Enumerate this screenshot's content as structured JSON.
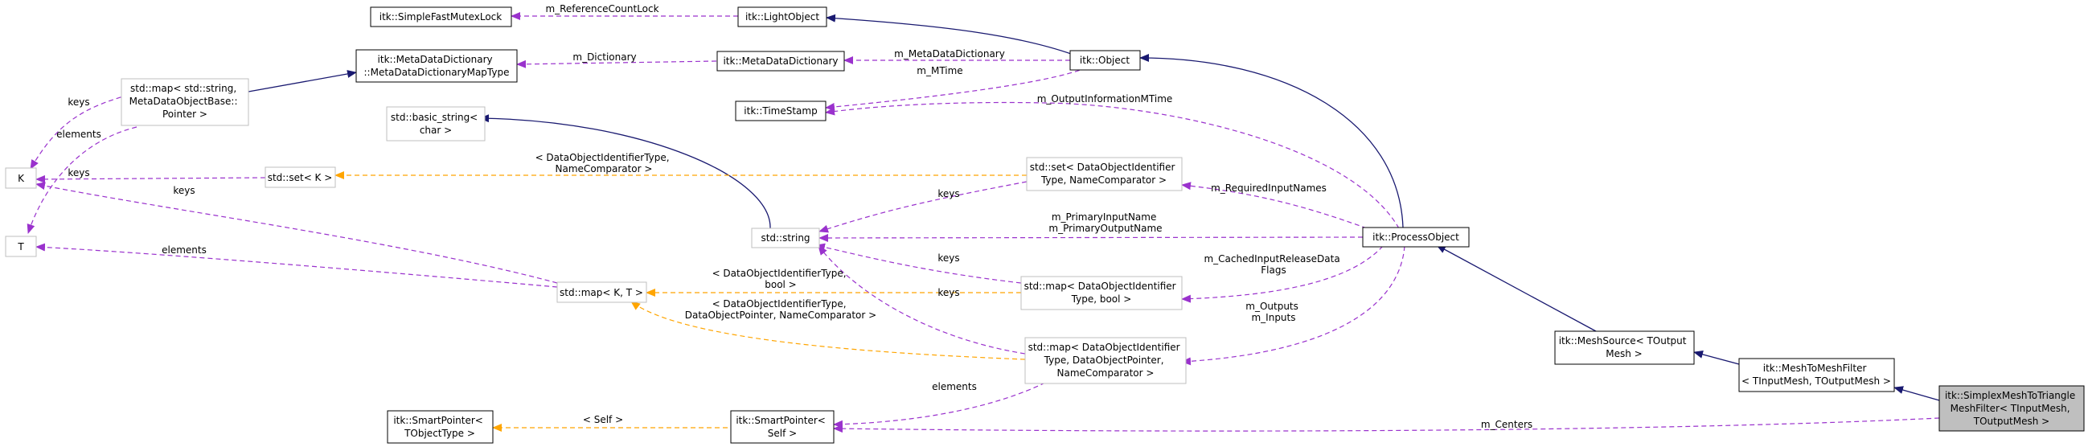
{
  "colors": {
    "inheritance": "#191970",
    "usage": "#9a32cd",
    "template": "#ffa500",
    "focus_fill": "#bfbfbf",
    "documented_border": "#000000",
    "undocumented_border": "#bfbfbf"
  },
  "nodes": {
    "simple_fast_mutex_lock": [
      "itk::SimpleFastMutexLock"
    ],
    "light_object": [
      "itk::LightObject"
    ],
    "meta_data_dictionary_map_type": [
      "itk::MetaDataDictionary",
      "::MetaDataDictionaryMapType"
    ],
    "meta_data_dictionary": [
      "itk::MetaDataDictionary"
    ],
    "object": [
      "itk::Object"
    ],
    "std_map_string": [
      "std::map< std::string,",
      "MetaDataObjectBase::",
      "Pointer >"
    ],
    "time_stamp": [
      "itk::TimeStamp"
    ],
    "k": [
      "K"
    ],
    "t": [
      "T"
    ],
    "basic_string": [
      "std::basic_string<",
      "char >"
    ],
    "std_set_k": [
      "std::set< K >"
    ],
    "std_set_doi": [
      "std::set< DataObjectIdentifier",
      "Type, NameComparator >"
    ],
    "std_string": [
      "std::string"
    ],
    "process_object": [
      "itk::ProcessObject"
    ],
    "std_map_kt": [
      "std::map< K, T >"
    ],
    "std_map_doi_bool": [
      "std::map< DataObjectIdentifier",
      "Type, bool >"
    ],
    "mesh_source": [
      "itk::MeshSource< TOutput",
      "Mesh >"
    ],
    "std_map_doi_ptr": [
      "std::map< DataObjectIdentifier",
      "Type, DataObjectPointer,",
      "NameComparator >"
    ],
    "mesh_to_mesh_filter": [
      "itk::MeshToMeshFilter",
      "< TInputMesh, TOutputMesh >"
    ],
    "smart_pointer_tobject": [
      "itk::SmartPointer<",
      "TObjectType >"
    ],
    "smart_pointer_self": [
      "itk::SmartPointer<",
      "Self >"
    ],
    "simplex_filter": [
      "itk::SimplexMeshToTriangle",
      "MeshFilter< TInputMesh,",
      "TOutputMesh >"
    ]
  },
  "edge_labels": {
    "m_reference_count_lock": [
      "m_ReferenceCountLock"
    ],
    "m_dictionary": [
      "m_Dictionary"
    ],
    "m_meta_data_dictionary": [
      "m_MetaDataDictionary"
    ],
    "m_mtime": [
      "m_MTime"
    ],
    "m_output_information_mtime": [
      "m_OutputInformationMTime"
    ],
    "keys_map_string": [
      "keys"
    ],
    "elements_map_string": [
      "elements"
    ],
    "keys_set_k": [
      "keys"
    ],
    "keys_map_kt": [
      "keys"
    ],
    "elements_map_kt": [
      "elements"
    ],
    "set_doi_tpl": [
      "< DataObjectIdentifierType,",
      "NameComparator >"
    ],
    "keys_set_doi": [
      "keys"
    ],
    "m_required_input_names": [
      "m_RequiredInputNames"
    ],
    "primary_names": [
      "m_PrimaryInputName",
      "m_PrimaryOutputName"
    ],
    "map_bool_tpl": [
      "< DataObjectIdentifierType,",
      "bool >"
    ],
    "keys_map_bool": [
      "keys"
    ],
    "m_cached_input": [
      "m_CachedInputReleaseData",
      "Flags"
    ],
    "map_ptr_tpl": [
      "< DataObjectIdentifierType,",
      "DataObjectPointer, NameComparator >"
    ],
    "m_outputs_inputs": [
      "m_Outputs",
      "m_Inputs"
    ],
    "elements_map_ptr": [
      "elements"
    ],
    "self_tpl": [
      "< Self >"
    ],
    "m_centers": [
      "m_Centers"
    ]
  }
}
